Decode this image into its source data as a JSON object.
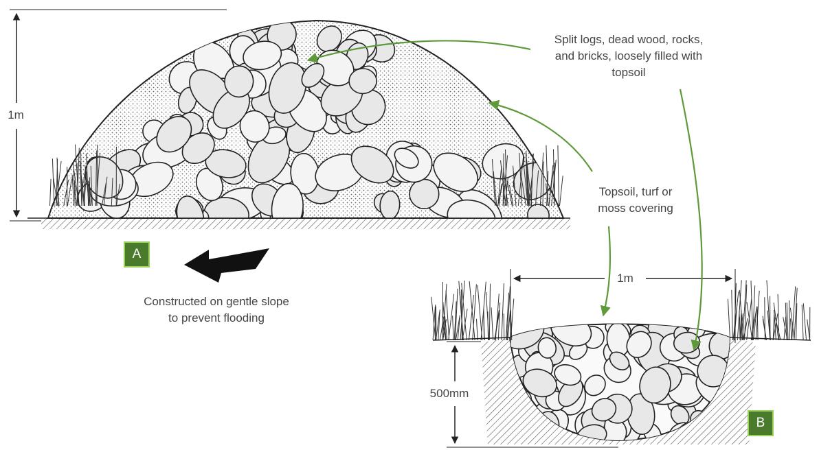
{
  "labels": {
    "height_a": "1m",
    "fill_materials": [
      "Split logs, dead wood, rocks,",
      "and bricks, loosely filled with",
      "topsoil"
    ],
    "covering": [
      "Topsoil, turf or",
      "moss covering"
    ],
    "slope_note": [
      "Constructed on gentle slope",
      "to prevent flooding"
    ],
    "width_b": "1m",
    "depth_b": "500mm"
  },
  "badges": {
    "a": "A",
    "b": "B"
  },
  "colors": {
    "arrow_green": "#5e9a3a",
    "badge_fill": "#4a7a2c",
    "badge_border": "#9ccf5a",
    "ink": "#222222",
    "label_text": "#444444"
  }
}
